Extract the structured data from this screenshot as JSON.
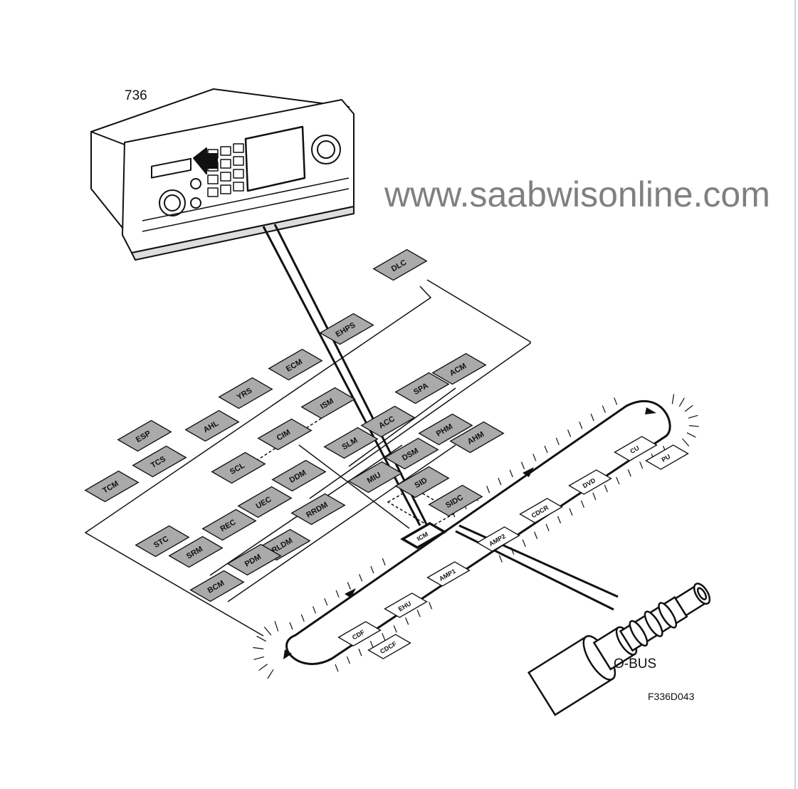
{
  "labels": {
    "radio_unit": "736",
    "bus_name": "O-BUS",
    "figure_code": "F336D043",
    "watermark": "www.saabwisonline.com"
  },
  "colors": {
    "module_fill": "#a9aaa9",
    "line": "#111111",
    "background": "#ffffff"
  },
  "modules": [
    {
      "id": "DLC",
      "bus": "network"
    },
    {
      "id": "EHPS",
      "bus": "network"
    },
    {
      "id": "ECM",
      "bus": "network"
    },
    {
      "id": "YRS",
      "bus": "network"
    },
    {
      "id": "ISM",
      "bus": "network"
    },
    {
      "id": "SPA",
      "bus": "network"
    },
    {
      "id": "ACM",
      "bus": "network"
    },
    {
      "id": "AHL",
      "bus": "network"
    },
    {
      "id": "ESP",
      "bus": "network"
    },
    {
      "id": "TCS",
      "bus": "network"
    },
    {
      "id": "CIM",
      "bus": "network"
    },
    {
      "id": "ACC",
      "bus": "network"
    },
    {
      "id": "SLM",
      "bus": "network"
    },
    {
      "id": "PHM",
      "bus": "network"
    },
    {
      "id": "AHM",
      "bus": "network"
    },
    {
      "id": "SCL",
      "bus": "network"
    },
    {
      "id": "DSM",
      "bus": "network"
    },
    {
      "id": "TCM",
      "bus": "network"
    },
    {
      "id": "MIU",
      "bus": "network"
    },
    {
      "id": "SID",
      "bus": "network"
    },
    {
      "id": "DDM",
      "bus": "network"
    },
    {
      "id": "UEC",
      "bus": "network"
    },
    {
      "id": "SIDC",
      "bus": "network"
    },
    {
      "id": "RRDM",
      "bus": "network"
    },
    {
      "id": "REC",
      "bus": "network"
    },
    {
      "id": "STC",
      "bus": "network"
    },
    {
      "id": "SRM",
      "bus": "network"
    },
    {
      "id": "RLDM",
      "bus": "network"
    },
    {
      "id": "PDM",
      "bus": "network"
    },
    {
      "id": "BCM",
      "bus": "network"
    },
    {
      "id": "ICM",
      "bus": "o-bus",
      "highlighted": true
    },
    {
      "id": "AMP2",
      "bus": "o-bus"
    },
    {
      "id": "CDCR",
      "bus": "o-bus"
    },
    {
      "id": "DVD",
      "bus": "o-bus"
    },
    {
      "id": "CU",
      "bus": "o-bus"
    },
    {
      "id": "PU",
      "bus": "o-bus"
    },
    {
      "id": "AMP1",
      "bus": "o-bus"
    },
    {
      "id": "EHU",
      "bus": "o-bus"
    },
    {
      "id": "CDF",
      "bus": "o-bus"
    },
    {
      "id": "CDCF",
      "bus": "o-bus"
    }
  ]
}
